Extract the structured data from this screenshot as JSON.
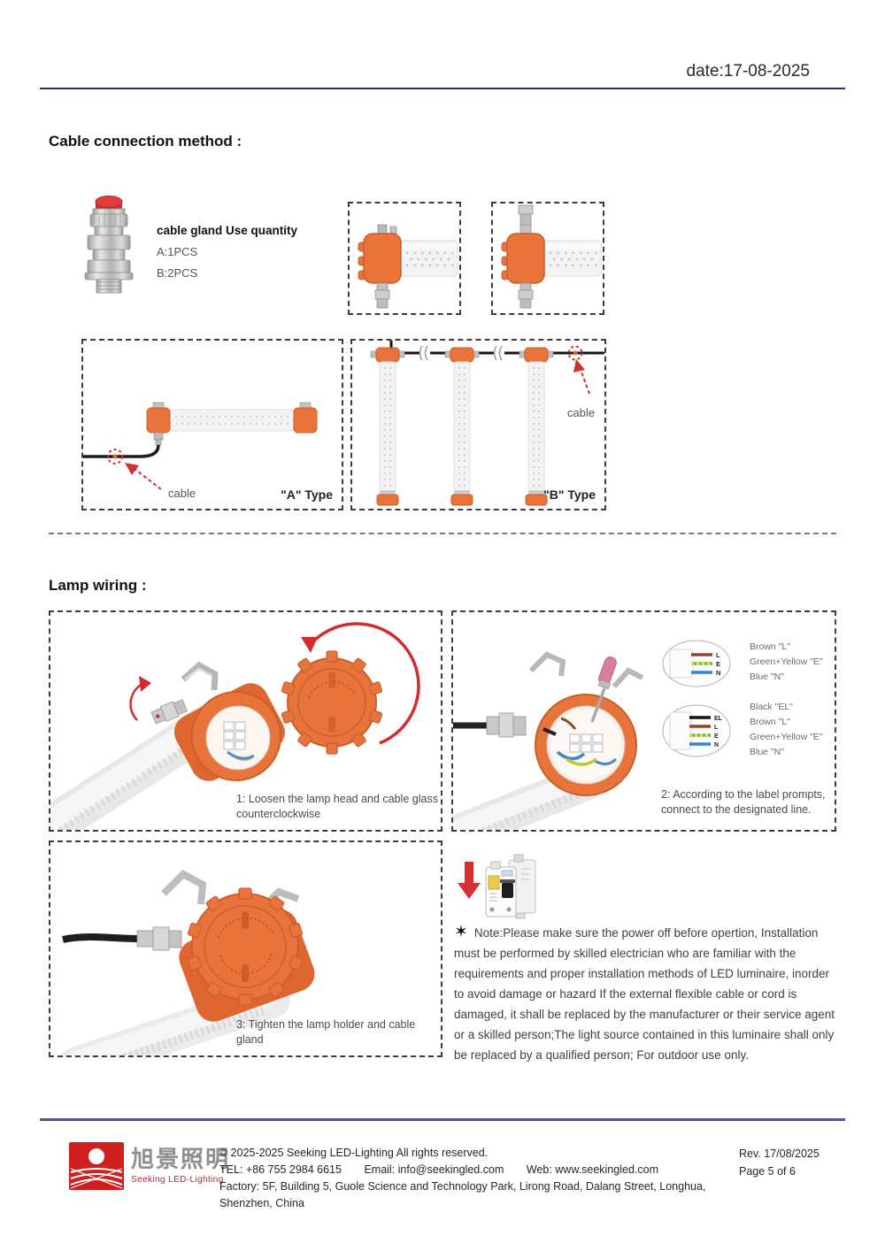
{
  "page": {
    "date": "date:17-08-2025"
  },
  "cable_section": {
    "heading": "Cable connection method :",
    "gland_title": "cable gland Use quantity",
    "gland_a": "A:1PCS",
    "gland_b": "B:2PCS",
    "cable_label": "cable",
    "type_a": "\"A\" Type",
    "type_b": "\"B\" Type"
  },
  "wiring": {
    "heading": "Lamp wiring :",
    "step1": "1: Loosen the lamp head and cable glass counterclockwise",
    "step2": "2: According to the label prompts, connect to the designated line.",
    "step3": "3: Tighten the lamp holder and cable gland",
    "legend1": {
      "wires": [
        {
          "code": "L",
          "label": "Brown \"L\"",
          "color": "#8b4a2b"
        },
        {
          "code": "E",
          "label": "Green+Yellow \"E\"",
          "color": "#7ab648"
        },
        {
          "code": "N",
          "label": "Blue \"N\"",
          "color": "#2e86d0"
        }
      ]
    },
    "legend2": {
      "wires": [
        {
          "code": "EL",
          "label": "Black \"EL\"",
          "color": "#141414"
        },
        {
          "code": "L",
          "label": "Brown \"L\"",
          "color": "#8b4a2b"
        },
        {
          "code": "E",
          "label": "Green+Yellow \"E\"",
          "color": "#7ab648"
        },
        {
          "code": "N",
          "label": "Blue \"N\"",
          "color": "#2e86d0"
        }
      ]
    },
    "note_star": "✶",
    "note": "Note:Please make sure the power off before opertion, Installation must be performed by skilled electrician who are familiar with the requirements and proper installation methods of LED luminaire, inorder to avoid damage or hazard If the external flexible cable or cord is damaged, it shall be replaced by the manufacturer or their service agent or a skilled person;The light source contained in this luminaire shall only be replaced by a qualified person; For outdoor use only."
  },
  "footer": {
    "logo_cn": "旭景照明",
    "logo_en": "Seeking LED-Lighting",
    "copyright": "© 2025-2025 Seeking LED-Lighting All rights reserved.",
    "tel": "TEL: +86 755 2984 6615",
    "email": "Email: info@seekingled.com",
    "web": "Web: www.seekingled.com",
    "factory": "Factory: 5F, Building 5, Guole Science and Technology Park, Lirong Road, Dalang Street, Longhua, Shenzhen, China",
    "rev": "Rev. 17/08/2025",
    "page_num": "Page 5 of 6"
  },
  "colors": {
    "accent_orange": "#e8743c",
    "accent_red": "#d23030",
    "header_line": "#2e2e6e",
    "logo_red": "#cf1f1f"
  }
}
